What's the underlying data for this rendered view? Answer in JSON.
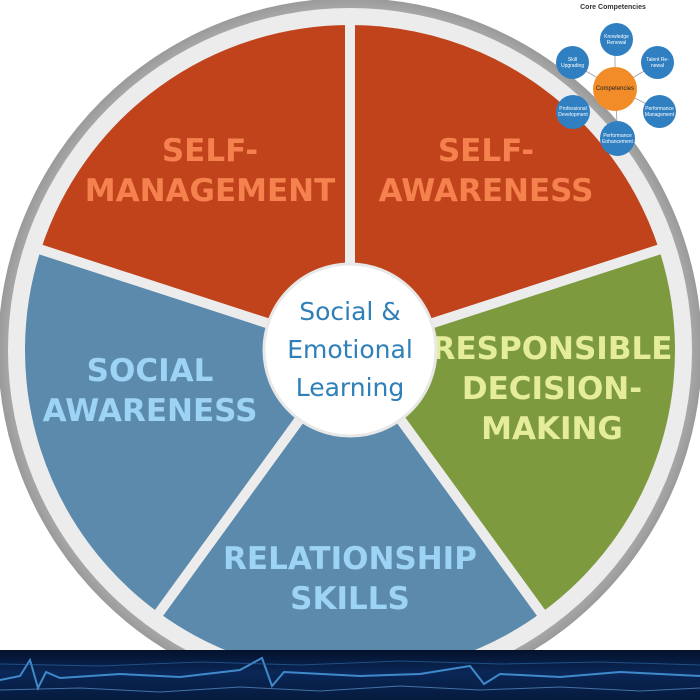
{
  "wheel": {
    "center_label_lines": [
      "Social &",
      "Emotional",
      "Learning"
    ],
    "segments": [
      {
        "id": "self-awareness",
        "lines": [
          "SELF-",
          "AWARENESS"
        ],
        "fill": "#c0431b",
        "text_color": "#f5824e"
      },
      {
        "id": "responsible-decision-making",
        "lines": [
          "RESPONSIBLE",
          "DECISION-",
          "MAKING"
        ],
        "fill": "#7d9a3e",
        "text_color": "#e5ed9d"
      },
      {
        "id": "relationship-skills",
        "lines": [
          "RELATIONSHIP",
          "SKILLS"
        ],
        "fill": "#5b8aad",
        "text_color": "#9dd3f5"
      },
      {
        "id": "social-awareness",
        "lines": [
          "SOCIAL",
          "AWARENESS"
        ],
        "fill": "#5b8aad",
        "text_color": "#9dd3f5"
      },
      {
        "id": "self-management",
        "lines": [
          "SELF-",
          "MANAGEMENT"
        ],
        "fill": "#c0431b",
        "text_color": "#f5824e"
      }
    ],
    "ring_color": "#d8d8d8",
    "center_text_color": "#2f7fb8"
  },
  "mini_diagram": {
    "title": "Core Competencies",
    "center": "Competencies",
    "center_color": "#f28c28",
    "node_color": "#2f7fc1",
    "nodes": [
      "Knowledge Renewal",
      "Talent Re-newal",
      "Performance Management",
      "Performance Enhancement",
      "Professional Development",
      "Skill Upgrading"
    ]
  },
  "footer_strip": {
    "colors": [
      "#04112b",
      "#0a2757",
      "#4a9be0"
    ]
  }
}
